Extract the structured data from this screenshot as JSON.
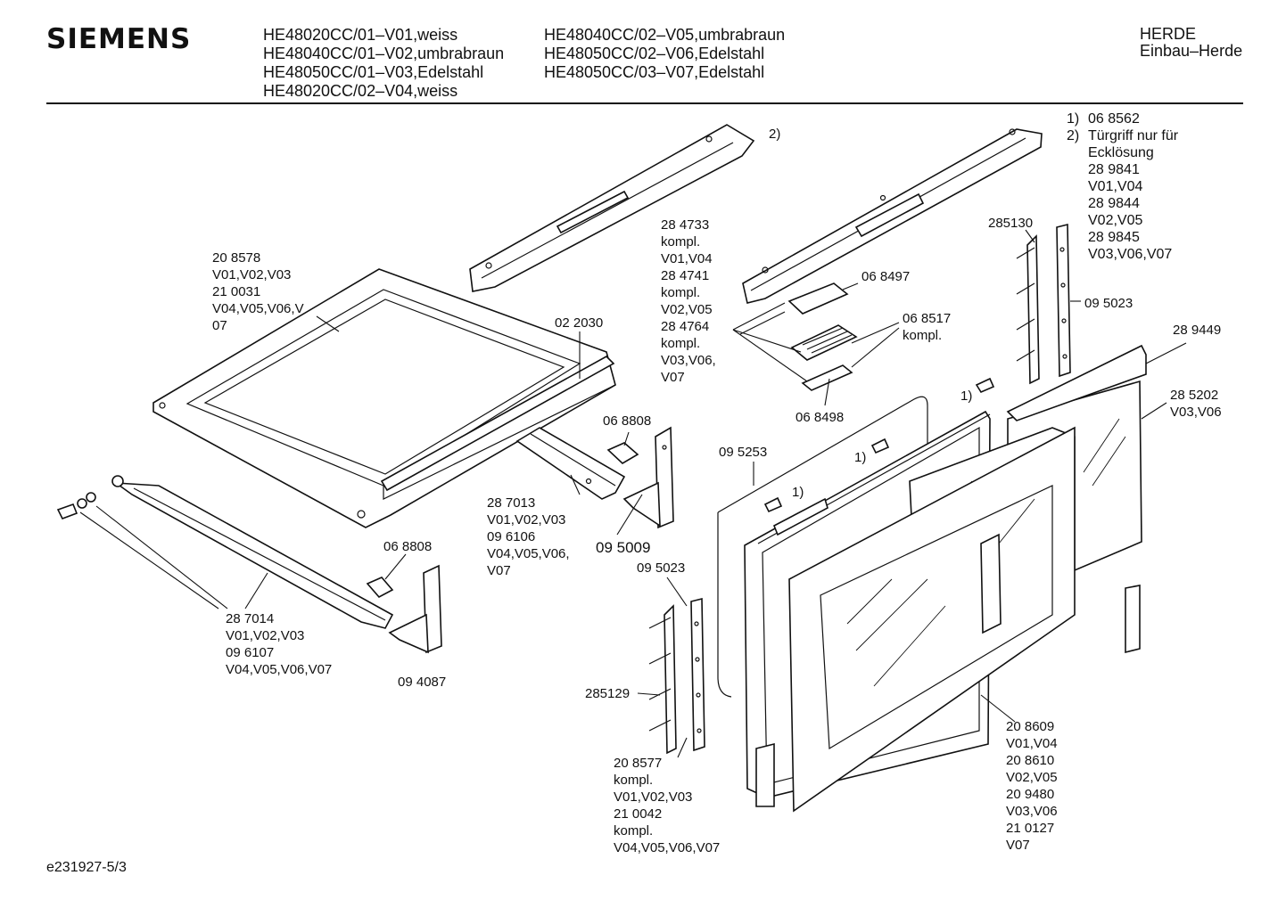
{
  "header": {
    "brand": "SIEMENS",
    "models_left": [
      "HE48020CC/01–V01,weiss",
      "HE48040CC/01–V02,umbrabraun",
      "HE48050CC/01–V03,Edelstahl",
      "HE48020CC/02–V04,weiss"
    ],
    "models_right": [
      "HE48040CC/02–V05,umbrabraun",
      "HE48050CC/02–V06,Edelstahl",
      "HE48050CC/03–V07,Edelstahl"
    ],
    "category": [
      "HERDE",
      "Einbau–Herde"
    ]
  },
  "notes": {
    "note1_key": "1)",
    "note1_text": "06 8562",
    "note2_key": "2)",
    "note2_lines": [
      "Türgriff nur für",
      "Ecklösung",
      "28 9841",
      "V01,V04",
      "28 9844",
      "V02,V05",
      "28 9845",
      "V03,V06,V07"
    ]
  },
  "labels": {
    "l_208578": [
      "20 8578",
      "V01,V02,V03",
      "21 0031",
      "V04,V05,V06,V",
      "07"
    ],
    "l_022030": [
      "02 2030"
    ],
    "l_284733": [
      "28 4733",
      "kompl.",
      "V01,V04",
      "28 4741",
      "kompl.",
      "V02,V05",
      "28 4764",
      "kompl.",
      "V03,V06,",
      "V07"
    ],
    "l_068808a": [
      "06 8808"
    ],
    "l_287013": [
      "28 7013",
      "V01,V02,V03",
      "09 6106",
      "V04,V05,V06,",
      "V07"
    ],
    "l_095009": [
      "09 5009"
    ],
    "l_068808b": [
      "06 8808"
    ],
    "l_287014": [
      "28 7014",
      "V01,V02,V03",
      "09 6107",
      "V04,V05,V06,V07"
    ],
    "l_094087": [
      "09 4087"
    ],
    "l_fn2": [
      "2)"
    ],
    "l_285130": [
      "285130"
    ],
    "l_068497": [
      "06 8497"
    ],
    "l_068517": [
      "06 8517",
      "kompl."
    ],
    "l_068498": [
      "06 8498"
    ],
    "l_095023a": [
      "09 5023"
    ],
    "l_289449": [
      "28 9449"
    ],
    "l_285202": [
      "28 5202",
      "V03,V06"
    ],
    "l_fn1a": [
      "1)"
    ],
    "l_fn1b": [
      "1)"
    ],
    "l_fn1c": [
      "1)"
    ],
    "l_095253": [
      "09 5253"
    ],
    "l_095023b": [
      "09 5023"
    ],
    "l_285129": [
      "285129"
    ],
    "l_208577": [
      "20 8577",
      "kompl.",
      "V01,V02,V03",
      "21 0042",
      "kompl.",
      "V04,V05,V06,V07"
    ],
    "l_208609": [
      "20 8609",
      "V01,V04",
      "20 8610",
      "V02,V05",
      "20 9480",
      "V03,V06",
      "21 0127",
      "V07"
    ]
  },
  "footer": "e231927-5/3"
}
